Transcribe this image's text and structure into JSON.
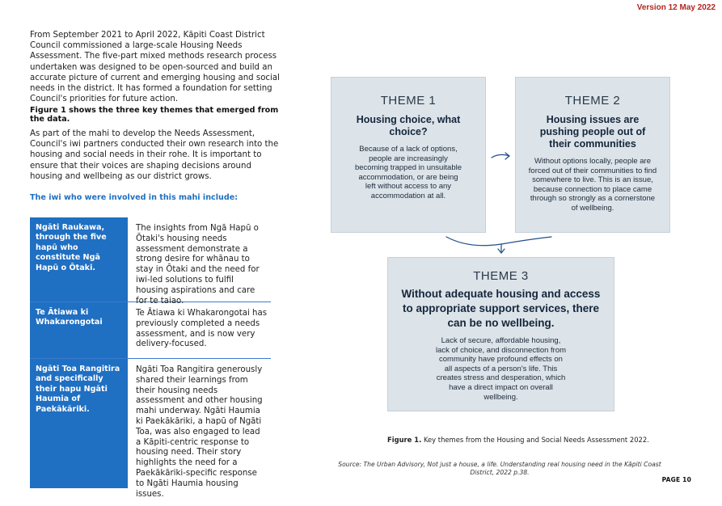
{
  "header": {
    "version": "Version 12 May 2022"
  },
  "intro": "From September 2021 to April 2022, Kāpiti Coast District Council commissioned a large-scale Housing Needs Assessment. The five-part mixed methods research process undertaken was designed to be open-sourced and build an accurate picture of current and emerging housing and social needs in the district. It has formed a foundation for setting Council's priorities for future action.",
  "figure_lead": "Figure 1 shows the three key themes that emerged from the data.",
  "paragraph2": "As part of the mahi to develop the Needs Assessment, Council's iwi partners conducted their own research into the housing and social needs in their rohe. It is important to ensure that their voices are shaping decisions around housing and wellbeing as our district grows.",
  "iwi_heading": "The iwi who were involved in this mahi include:",
  "iwi": [
    {
      "name": "Ngāti Raukawa, through the five hapū who constitute Ngā Hapū o Ōtaki.",
      "description": "The insights from Ngā Hapū o Ōtaki's housing needs assessment demonstrate a strong desire for whānau to stay in Ōtaki and the need for iwi-led solutions to fulfil housing aspirations and care for te taiao."
    },
    {
      "name": "Te Ātiawa ki Whakarongotai",
      "description": "Te Ātiawa ki Whakarongotai has previously completed a needs assessment, and is now very delivery-focused."
    },
    {
      "name": "Ngāti Toa Rangitira and specifically their hapu Ngāti Haumia of Paekākāriki.",
      "description": "Ngāti Toa Rangitira generously shared their learnings from their housing needs assessment and other housing mahi underway. Ngāti Haumia ki Paekākāriki, a hapū of Ngāti Toa, was also engaged to lead a Kāpiti-centric response to housing need. Their story highlights the need for a Paekākāriki-specific response to Ngāti Haumia housing issues."
    }
  ],
  "themes": [
    {
      "label": "THEME 1",
      "title": "Housing choice, what choice?",
      "body": "Because of a lack of options, people are increasingly becoming trapped in unsuitable accommodation, or are being left without access to any accommodation at all."
    },
    {
      "label": "THEME 2",
      "title": "Housing issues are pushing people out of their communities",
      "body": "Without options locally, people are forced out of their communities to find somewhere to live. This is an issue, because connection to place came through so strongly as a cornerstone of wellbeing."
    },
    {
      "label": "THEME 3",
      "title": "Without adequate housing and access to appropriate support services, there can be no wellbeing.",
      "body": "Lack of secure, affordable housing, lack of choice, and disconnection from community have profound effects on all aspects of a person's life. This creates stress and desperation, which have a direct impact on overall wellbeing."
    }
  ],
  "caption": {
    "label": "Figure 1.",
    "text": " Key themes from the Housing and Social Needs Assessment 2022."
  },
  "source": "Source: The Urban Advisory, Not just a house, a life. Understanding real housing need in the Kāpiti Coast District, 2022 p.38.",
  "page_number": "PAGE 10",
  "colors": {
    "accent_blue": "#1f6fc2",
    "version_red": "#b3261e",
    "theme_box": "#dce3e9",
    "arrow": "#1f4e8a"
  }
}
